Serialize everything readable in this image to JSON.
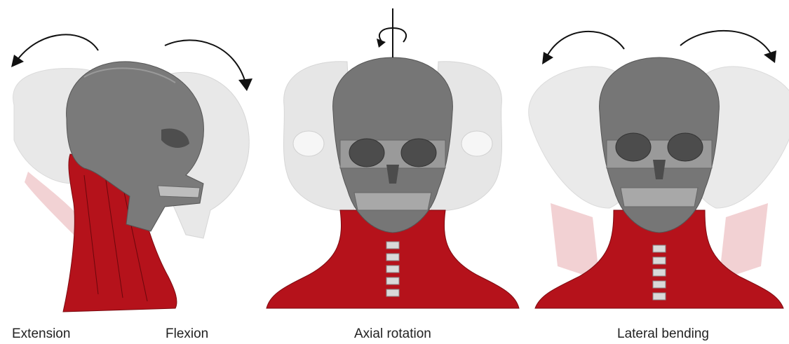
{
  "figure": {
    "labels": {
      "extension": "Extension",
      "flexion": "Flexion",
      "axial_rotation": "Axial rotation",
      "lateral_bending": "Lateral bending"
    }
  },
  "colors": {
    "skull_dark": "#6e6e6e",
    "skull_ghost": "#d8d8d8",
    "muscle": "#b5121b",
    "muscle_ghost": "#eab3b6",
    "arrow": "#111111"
  }
}
